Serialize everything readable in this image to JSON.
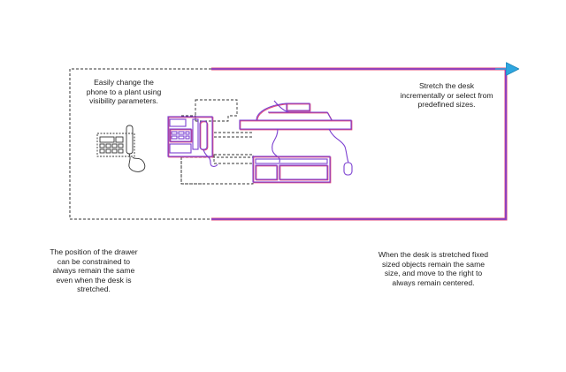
{
  "annotations": {
    "phone_plant": [
      "Easily change the",
      "phone to a plant using",
      "visibility parameters."
    ],
    "stretch_desk": [
      "Stretch the desk",
      "incrementally or select from",
      "predefined sizes."
    ],
    "drawer_constraint": [
      "The position of the drawer",
      "can be constrained to",
      "always remain the same",
      "even when the desk is",
      "stretched."
    ],
    "fixed_objects": [
      "When the desk is stretched fixed",
      "sized objects remain the same",
      "size, and move to the right to",
      "always remain centered."
    ]
  },
  "colors": {
    "stretched_outline": "#7b3fd0",
    "stretched_accent": "#e0487a",
    "arrow": "#2ea6e0",
    "original_dashed": "#333333",
    "text": "#222222"
  }
}
